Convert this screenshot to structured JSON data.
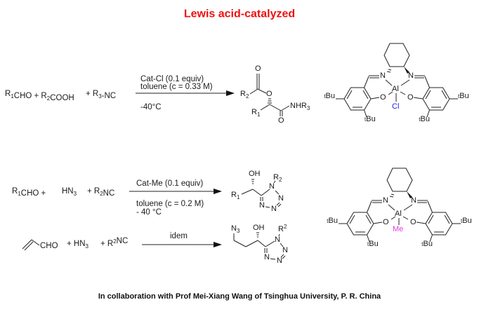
{
  "title": "Lewis acid-catalyzed",
  "reaction1": {
    "reactants": "R_1CHO + R_2COOH",
    "plus_isocyanide": "+   R_3-NC",
    "condition_catalyst": "Cat-Cl (0.1 equiv)",
    "condition_solvent": "toluene (c = 0.33 M)",
    "condition_temp": "-40°C",
    "product": {
      "r2": "R_2",
      "o_carbonyl": "O",
      "o_ester": "O",
      "r1": "R_1",
      "amide": "NHR_3",
      "o_amide": "O"
    }
  },
  "reaction2": {
    "reactant1": "R_1CHO +",
    "reactant2": "HN_3",
    "reactant3": "+  R_2NC",
    "condition_catalyst": "Cat-Me (0.1 equiv)",
    "condition_solvent": "toluene (c = 0.2 M)",
    "condition_temp": "- 40 °C",
    "product": {
      "oh": "OH",
      "r2": "R_2",
      "r1": "R_1",
      "n1": "N",
      "n2": "N",
      "n3": "N",
      "n4": "N"
    }
  },
  "reaction3": {
    "reactant1": "CHO",
    "reactant2": "+  HN_3",
    "reactant3": "+   R^2NC",
    "condition": "idem",
    "product": {
      "n3": "N_3",
      "oh": "OH",
      "r2": "R^2",
      "n1": "N",
      "n2": "N",
      "n3r": "N",
      "n4": "N"
    }
  },
  "catalyst_cl": {
    "n_left": "N",
    "n_right": "N",
    "al": "Al",
    "o_left": "O",
    "o_right": "O",
    "ligand": "Cl",
    "tbu_left": "^tBu",
    "tbu_bottom_left": "^tBu",
    "tbu_right": "^tBu",
    "tbu_bottom_right": "^tBu",
    "ligand_color": "#2222ee"
  },
  "catalyst_me": {
    "n_left": "N",
    "n_right": "N",
    "al": "Al",
    "o_left": "O",
    "o_right": "O",
    "ligand": "Me",
    "tbu_left": "^tBu",
    "tbu_bottom_left": "^tBu",
    "tbu_right": "^tBu",
    "tbu_bottom_right": "^tBu",
    "ligand_color": "#e040e0"
  },
  "footer": "In collaboration with Prof Mei-Xiang Wang of Tsinghua University, P. R. China"
}
